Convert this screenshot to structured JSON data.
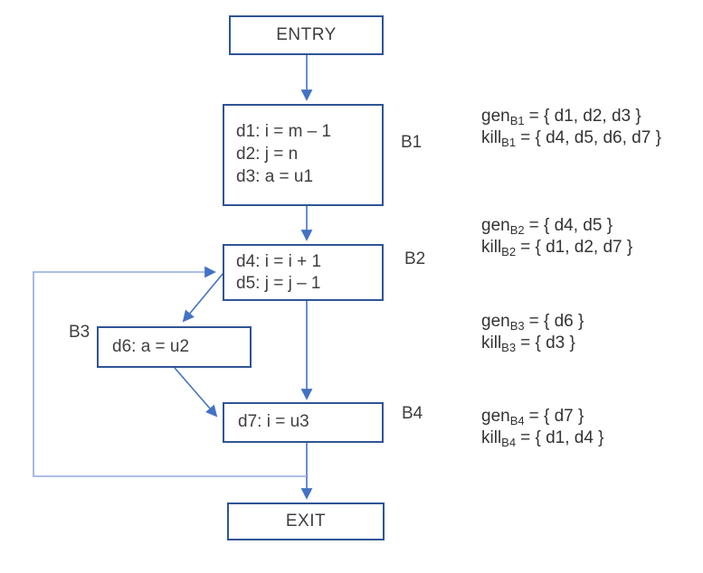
{
  "diagram": {
    "entry_label": "ENTRY",
    "exit_label": "EXIT",
    "blocks": [
      {
        "label": "B1",
        "lines": [
          "d1: i = m – 1",
          "d2: j = n",
          "d3: a = u1"
        ]
      },
      {
        "label": "B2",
        "lines": [
          "d4: i = i + 1",
          "d5: j = j – 1"
        ]
      },
      {
        "label": "B3",
        "lines": [
          "d6: a = u2"
        ]
      },
      {
        "label": "B4",
        "lines": [
          "d7: i = u3"
        ]
      }
    ],
    "annotations": [
      {
        "gen_fn": "gen",
        "gen_sub": "B1",
        "gen_rest": "= { d1, d2, d3 }",
        "kill_fn": "kill",
        "kill_sub": "B1",
        "kill_rest": "= { d4, d5, d6, d7 }"
      },
      {
        "gen_fn": "gen",
        "gen_sub": "B2",
        "gen_rest": "= { d4, d5 }",
        "kill_fn": "kill",
        "kill_sub": "B2",
        "kill_rest": "= { d1, d2, d7 }"
      },
      {
        "gen_fn": "gen",
        "gen_sub": "B3",
        "gen_rest": "= { d6 }",
        "kill_fn": "kill",
        "kill_sub": "B3",
        "kill_rest": "= { d3 }"
      },
      {
        "gen_fn": "gen",
        "gen_sub": "B4",
        "gen_rest": "= { d7 }",
        "kill_fn": "kill",
        "kill_sub": "B4",
        "kill_rest": "= { d1, d4 }"
      }
    ],
    "colors": {
      "box_border": "#2f5496",
      "arrow": "#4472c4",
      "back_edge": "#8faadc",
      "text": "#3f3f3f"
    }
  }
}
